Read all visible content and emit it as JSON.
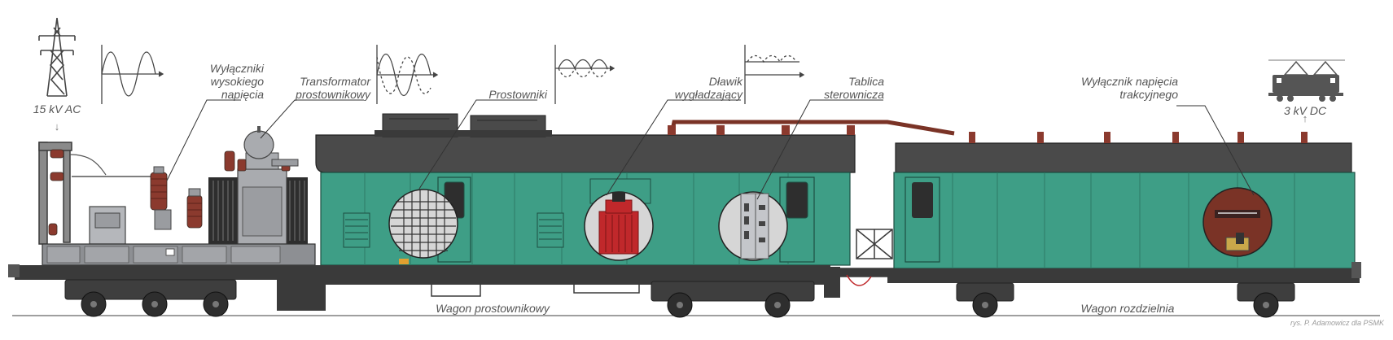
{
  "labels": {
    "source_voltage": "15 kV AC",
    "hv_breakers": "Wyłączniki\nwysokiego\nnapięcia",
    "transformer": "Transformator\nprostownikowy",
    "rectifiers": "Prostowniki",
    "choke": "Dławik\nwygładzający",
    "control_panel": "Tablica\nsterownicza",
    "traction_breaker": "Wyłącznik napięcia\ntrakcyjnego",
    "output_voltage": "3 kV DC",
    "wagon_rectifier": "Wagon prostownikowy",
    "wagon_distribution": "Wagon rozdzielnia",
    "credit": "rys. P. Adamowicz dla PSMK"
  },
  "colors": {
    "body_green": "#3e9e86",
    "roof_grey": "#4a4a4a",
    "frame_dark": "#3a3a3a",
    "choke_red": "#c0282b",
    "breaker_brown": "#7a3326",
    "insulator_brown": "#8b3a2e",
    "label_grey": "#555555"
  },
  "icons": [
    "pylon-icon",
    "locomotive-icon",
    "ac-sine-wave-icon",
    "three-phase-wave-icon",
    "rectified-wave-icon",
    "smoothed-dc-wave-icon"
  ]
}
